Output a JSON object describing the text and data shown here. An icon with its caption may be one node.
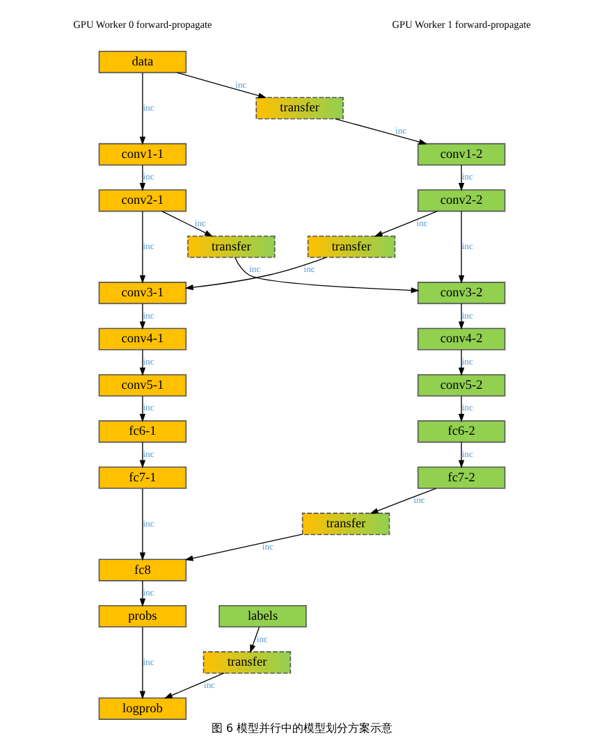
{
  "diagram": {
    "caption": "图 6 模型并行中的模型划分方案示意",
    "nodes": [
      {
        "text": [
          "data"
        ]
      },
      {
        "text": [
          "transfer"
        ]
      },
      {
        "text": [
          "conv1-1"
        ]
      },
      {
        "text": [
          "conv1-2"
        ]
      },
      {
        "text": [
          "conv2-1"
        ]
      },
      {
        "text": [
          "conv2-2"
        ]
      },
      {
        "text": [
          "transfer"
        ]
      },
      {
        "text": [
          "transfer"
        ]
      },
      {
        "text": [
          "conv3-1"
        ]
      },
      {
        "text": [
          "conv3-2"
        ]
      },
      {
        "text": [
          "conv4-1"
        ]
      },
      {
        "text": [
          "conv4-2"
        ]
      },
      {
        "text": [
          "conv5-1"
        ]
      },
      {
        "text": [
          "conv5-2"
        ]
      },
      {
        "text": [
          "fc6-1"
        ]
      },
      {
        "text": [
          "fc6-2"
        ]
      },
      {
        "text": [
          "fc7-1"
        ]
      },
      {
        "text": [
          "fc7-2"
        ]
      },
      {
        "text": [
          "transfer"
        ]
      },
      {
        "text": [
          "fc8"
        ]
      },
      {
        "text": [
          "probs"
        ]
      },
      {
        "text": [
          "labels"
        ]
      },
      {
        "text": [
          "transfer"
        ]
      },
      {
        "text": [
          "logprob"
        ]
      }
    ],
    "edges": [
      {
        "from": 0,
        "to": 1,
        "arrow": "to",
        "label": "inc"
      },
      {
        "from": 0,
        "to": 2,
        "arrow": "to",
        "label": "inc"
      },
      {
        "from": 1,
        "to": 3,
        "arrow": "to",
        "label": "inc"
      },
      {
        "from": 2,
        "to": 4,
        "arrow": "to",
        "label": "inc"
      },
      {
        "from": 3,
        "to": 5,
        "arrow": "to",
        "label": "inc"
      },
      {
        "from": 4,
        "to": 6,
        "arrow": "to",
        "label": "inc"
      },
      {
        "from": 4,
        "to": 8,
        "arrow": "to",
        "label": "inc"
      },
      {
        "from": 5,
        "to": 7,
        "arrow": "to",
        "label": "inc"
      },
      {
        "from": 5,
        "to": 9,
        "arrow": "to",
        "label": "inc"
      },
      {
        "from": 6,
        "to": 9,
        "arrow": "to",
        "label": "inc"
      },
      {
        "from": 7,
        "to": 8,
        "arrow": "to",
        "label": "inc"
      },
      {
        "from": 8,
        "to": 10,
        "arrow": "to",
        "label": "inc"
      },
      {
        "from": 9,
        "to": 11,
        "arrow": "to",
        "label": "inc"
      },
      {
        "from": 10,
        "to": 12,
        "arrow": "to",
        "label": "inc"
      },
      {
        "from": 11,
        "to": 13,
        "arrow": "to",
        "label": "inc"
      },
      {
        "from": 12,
        "to": 14,
        "arrow": "to",
        "label": "inc"
      },
      {
        "from": 13,
        "to": 15,
        "arrow": "to",
        "label": "inc"
      },
      {
        "from": 14,
        "to": 16,
        "arrow": "to",
        "label": "inc"
      },
      {
        "from": 15,
        "to": 17,
        "arrow": "to",
        "label": "inc"
      },
      {
        "from": 16,
        "to": 19,
        "arrow": "to",
        "label": "inc"
      },
      {
        "from": 17,
        "to": 18,
        "arrow": "to",
        "label": "inc"
      },
      {
        "from": 18,
        "to": 19,
        "arrow": "to",
        "label": "inc"
      },
      {
        "from": 19,
        "to": 20,
        "arrow": "to",
        "label": "inc"
      },
      {
        "from": 21,
        "to": 22,
        "arrow": "to",
        "label": "inc"
      },
      {
        "from": 20,
        "to": 23,
        "arrow": "to",
        "label": "inc"
      },
      {
        "from": 22,
        "to": 23,
        "arrow": "to",
        "label": "inc"
      }
    ],
    "labels": [
      "GPU Worker 0 forward-propagate",
      "GPU Worker 1 forward-propagate"
    ]
  }
}
